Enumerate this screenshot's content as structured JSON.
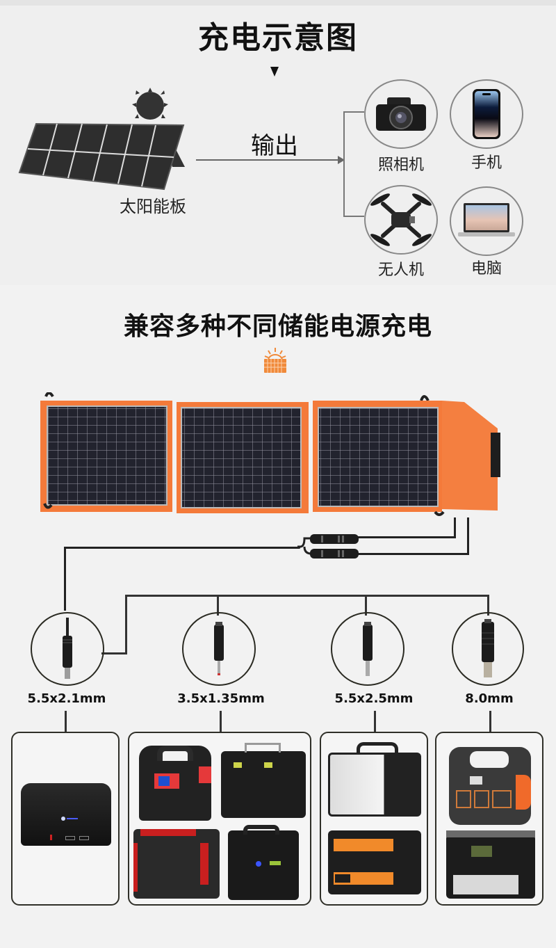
{
  "section1": {
    "title": "充电示意图",
    "source_label": "太阳能板",
    "output_label": "输出",
    "devices": [
      {
        "label": "照相机",
        "icon": "camera-icon"
      },
      {
        "label": "手机",
        "icon": "smartphone-icon"
      },
      {
        "label": "无人机",
        "icon": "drone-icon"
      },
      {
        "label": "电脑",
        "icon": "laptop-icon"
      }
    ]
  },
  "section2": {
    "title": "兼容多种不同储能电源充电",
    "connectors": [
      {
        "label": "5.5x2.1mm"
      },
      {
        "label": "3.5x1.35mm"
      },
      {
        "label": "5.5x2.5mm"
      },
      {
        "label": "8.0mm"
      }
    ],
    "colors": {
      "panel_orange": "#f47a3a",
      "cell_dark": "#22232e",
      "wire": "#222222"
    }
  }
}
